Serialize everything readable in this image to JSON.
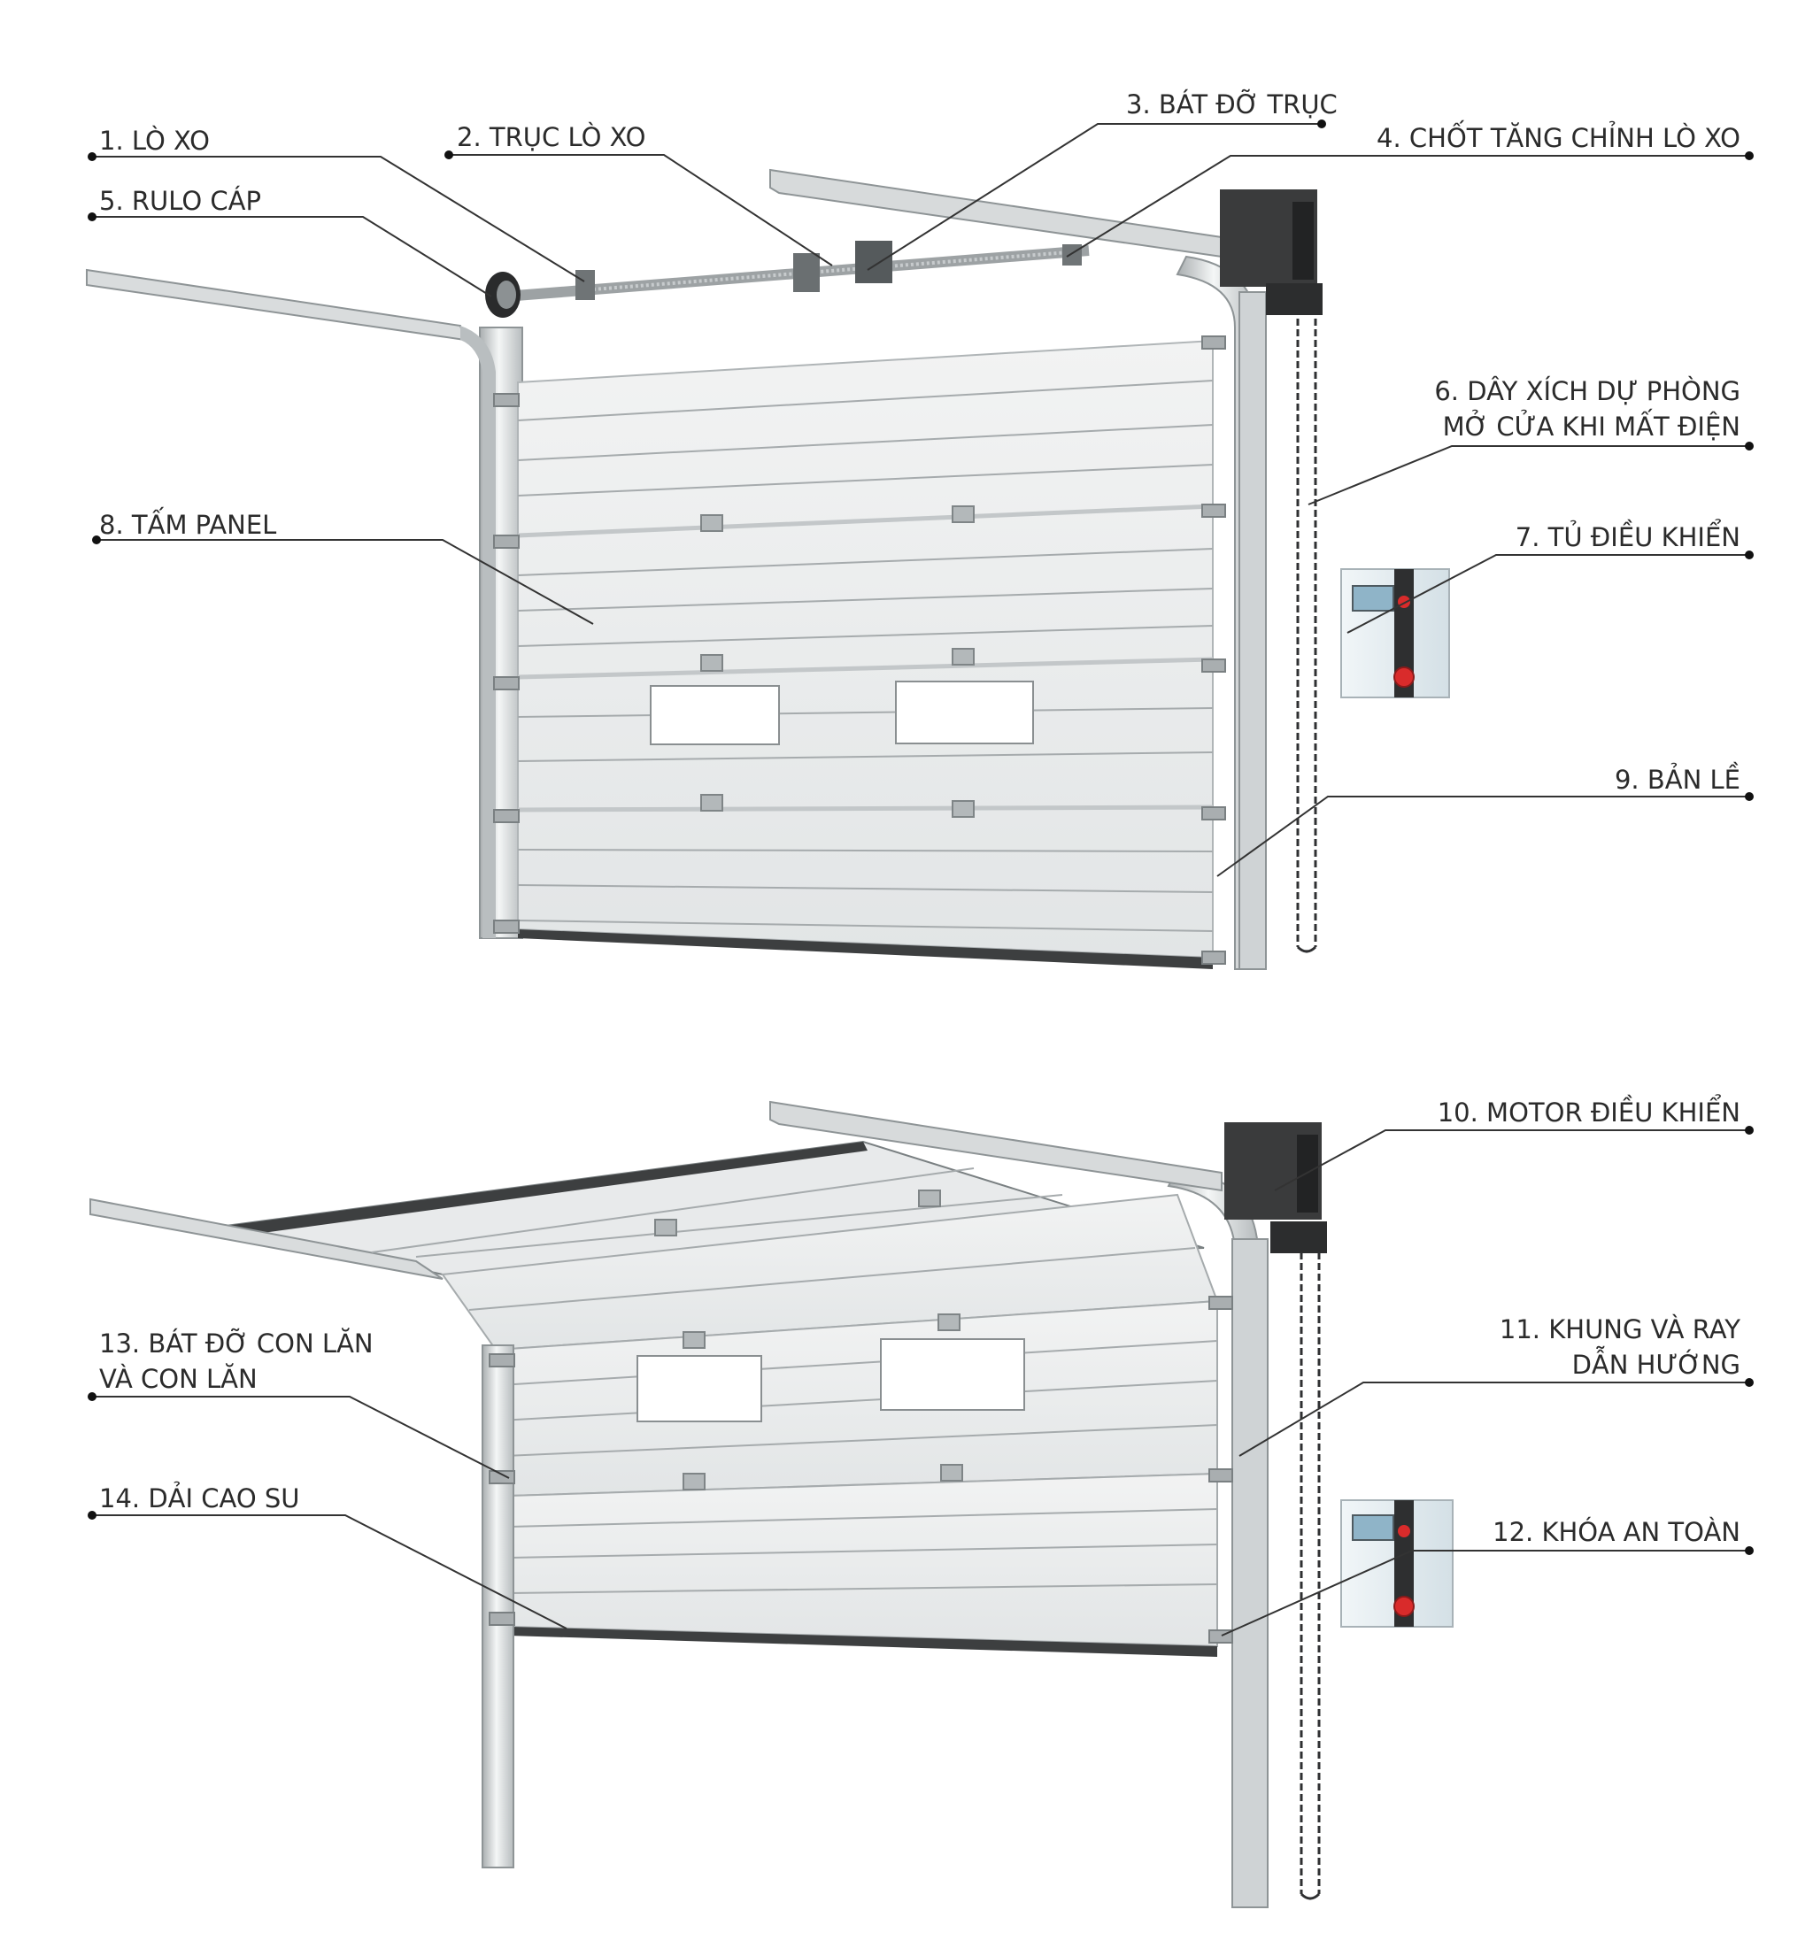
{
  "labels": {
    "l1": "1. LÒ XO",
    "l2": "2. TRỤC LÒ XO",
    "l3": "3. BÁT ĐỠ TRỤC",
    "l4": "4. CHỐT TĂNG CHỈNH LÒ XO",
    "l5": "5. RULO CÁP",
    "l6a": "6. DÂY XÍCH DỰ PHÒNG",
    "l6b": "MỞ CỬA KHI MẤT ĐIỆN",
    "l7": "7. TỦ ĐIỀU KHIỂN",
    "l8": "8. TẤM PANEL",
    "l9": "9. BẢN LỀ",
    "l10": "10. MOTOR ĐIỀU KHIỂN",
    "l11a": "11. KHUNG VÀ RAY",
    "l11b": "DẪN HƯỚNG",
    "l12": "12. KHÓA AN TOÀN",
    "l13a": "13. BÁT ĐỠ CON LĂN",
    "l13b": "VÀ CON LĂN",
    "l14": "14. DẢI CAO SU"
  },
  "colors": {
    "text": "#2b2b2b",
    "leader": "#333333",
    "panel": "#eceeee",
    "panel_line": "#9fa4a6",
    "frame": "#c9cdcf",
    "motor": "#3a3b3c",
    "button_red": "#d92b2b",
    "display": "#8fb4c8"
  }
}
